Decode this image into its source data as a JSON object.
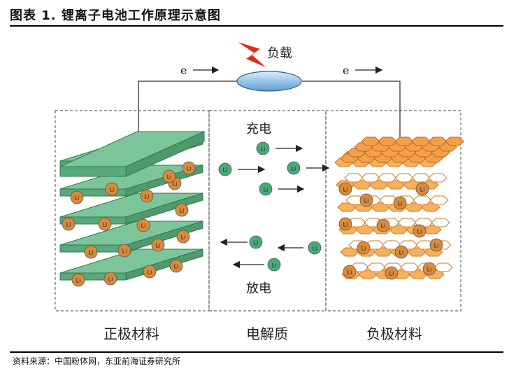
{
  "title": "图表 1.  锂离子电池工作原理示意图",
  "source": "资料来源：中国粉体网，东亚前海证券研究所",
  "diagram": {
    "load_label": "负载",
    "electron_left": "e",
    "electron_right": "e",
    "charge_label": "充电",
    "discharge_label": "放电",
    "ion_symbol": "Li",
    "section_cathode": "正极材料",
    "section_electrolyte": "电解质",
    "section_anode": "负极材料"
  },
  "colors": {
    "plate_green": "#7cc59a",
    "plate_edge": "#2f7a4f",
    "ion_orange": "#d98a3a",
    "ion_green": "#4aa978",
    "hex_orange": "#f2a04a",
    "load_blue": "#9cc8ea"
  }
}
